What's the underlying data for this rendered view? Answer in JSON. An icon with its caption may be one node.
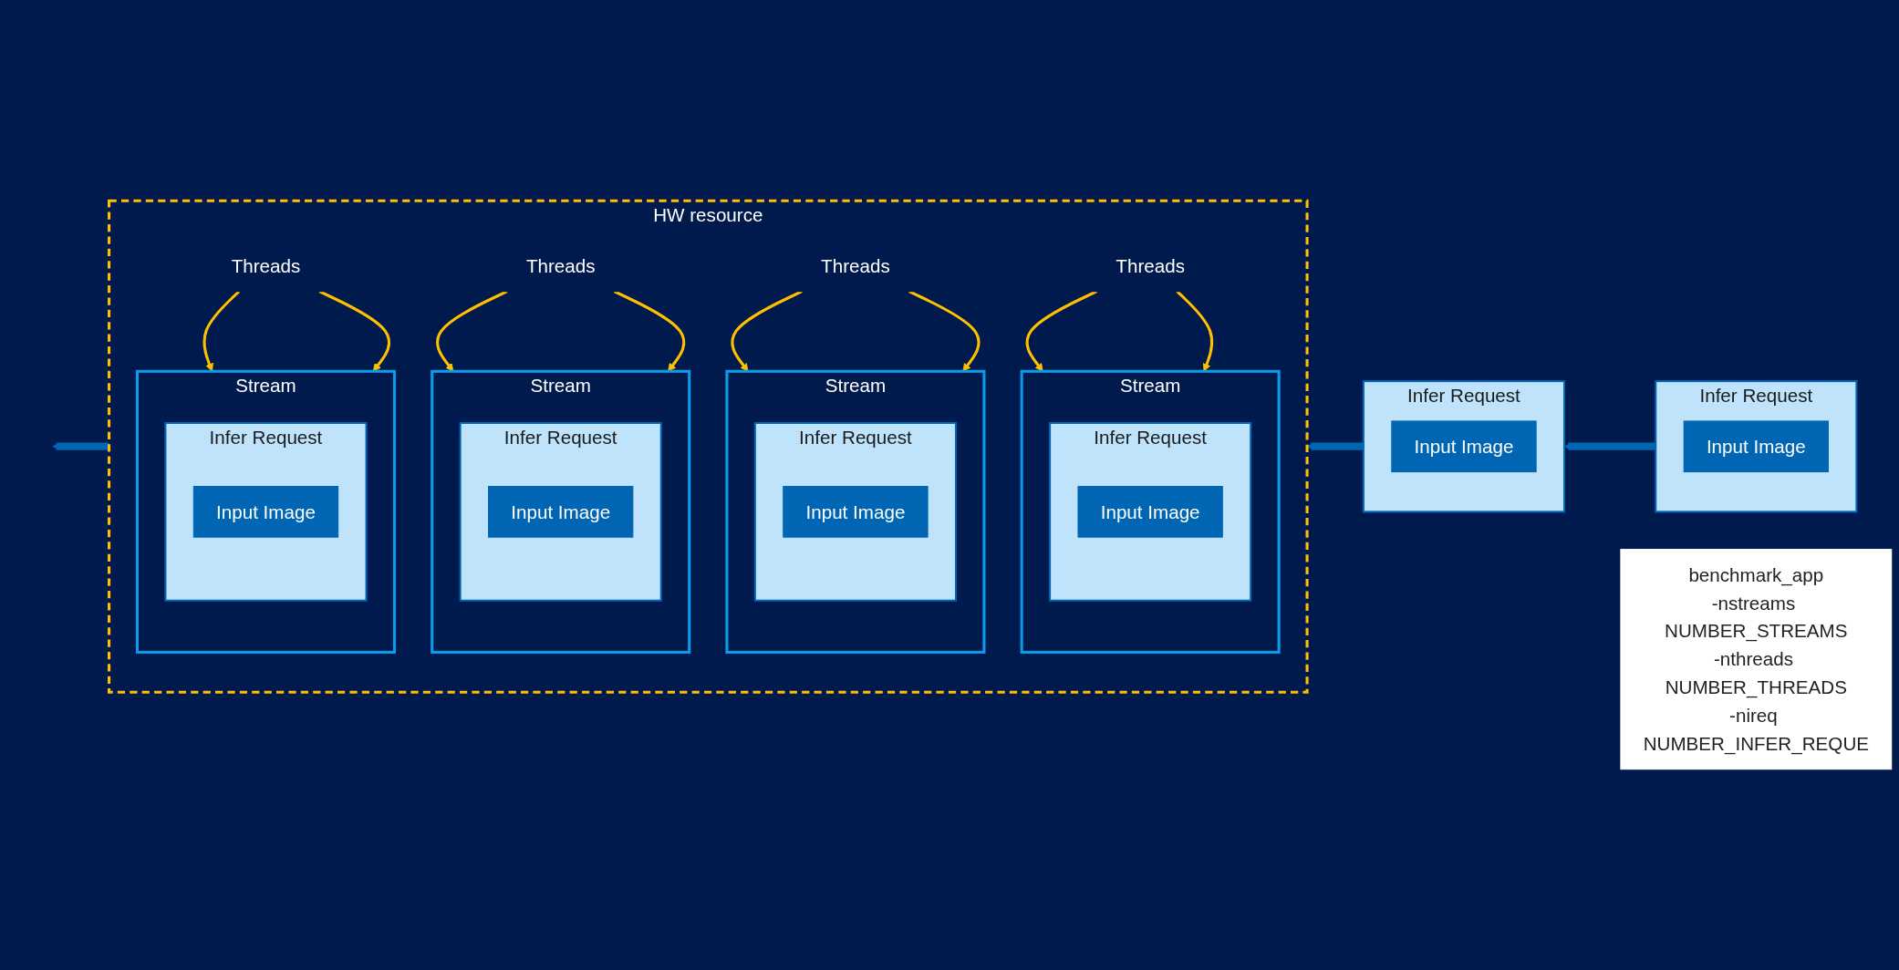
{
  "diagram": {
    "nodes": [
      {
        "text": [
          "HW resource"
        ]
      },
      {
        "text": [
          "Stream"
        ],
        "in": 0
      },
      {
        "text": [
          "Infer Request"
        ],
        "in": 1
      },
      {
        "text": [
          "Input Image"
        ],
        "in": 2
      },
      {
        "text": [
          "Stream"
        ],
        "in": 0
      },
      {
        "text": [
          "Infer Request"
        ],
        "in": 4
      },
      {
        "text": [
          "Input Image"
        ],
        "in": 5
      },
      {
        "text": [
          "Stream"
        ],
        "in": 0
      },
      {
        "text": [
          "Infer Request"
        ],
        "in": 7
      },
      {
        "text": [
          "Input Image"
        ],
        "in": 8
      },
      {
        "text": [
          "Stream"
        ],
        "in": 0
      },
      {
        "text": [
          "Infer Request"
        ],
        "in": 10
      },
      {
        "text": [
          "Input Image"
        ],
        "in": 11
      },
      {
        "text": [
          "Threads"
        ],
        "in": 0
      },
      {
        "text": [
          "Threads"
        ],
        "in": 0
      },
      {
        "text": [
          "Threads"
        ],
        "in": 0
      },
      {
        "text": [
          "Threads"
        ],
        "in": 0
      },
      {
        "text": [
          "Infer Request"
        ]
      },
      {
        "text": [
          "Input Image"
        ],
        "in": 17
      },
      {
        "text": [
          "Infer Request"
        ]
      },
      {
        "text": [
          "Input Image"
        ],
        "in": 19
      },
      {
        "text": [
          "benchmark_app",
          "-nstreams NUMBER_STREAMS",
          "-nthreads NUMBER_THREADS",
          "-nireq NUMBER_INFER_REQUE"
        ]
      }
    ],
    "edges": [
      {
        "from": 13,
        "to": 1,
        "arrow": "to"
      },
      {
        "from": 13,
        "to": 1,
        "arrow": "to"
      },
      {
        "from": 14,
        "to": 4,
        "arrow": "to"
      },
      {
        "from": 14,
        "to": 4,
        "arrow": "to"
      },
      {
        "from": 15,
        "to": 7,
        "arrow": "to"
      },
      {
        "from": 15,
        "to": 7,
        "arrow": "to"
      },
      {
        "from": 16,
        "to": 10,
        "arrow": "to"
      },
      {
        "from": 16,
        "to": 10,
        "arrow": "to"
      },
      {
        "from": 19,
        "to": 17,
        "arrow": "to",
        "style": "thick",
        "color": "#0066b3"
      },
      {
        "from": 17,
        "to": 0,
        "arrow": "to",
        "style": "thick",
        "color": "#0066b3"
      },
      {
        "from": 0,
        "to": null,
        "arrow": "to",
        "style": "thick",
        "color": "#0066b3"
      }
    ]
  }
}
